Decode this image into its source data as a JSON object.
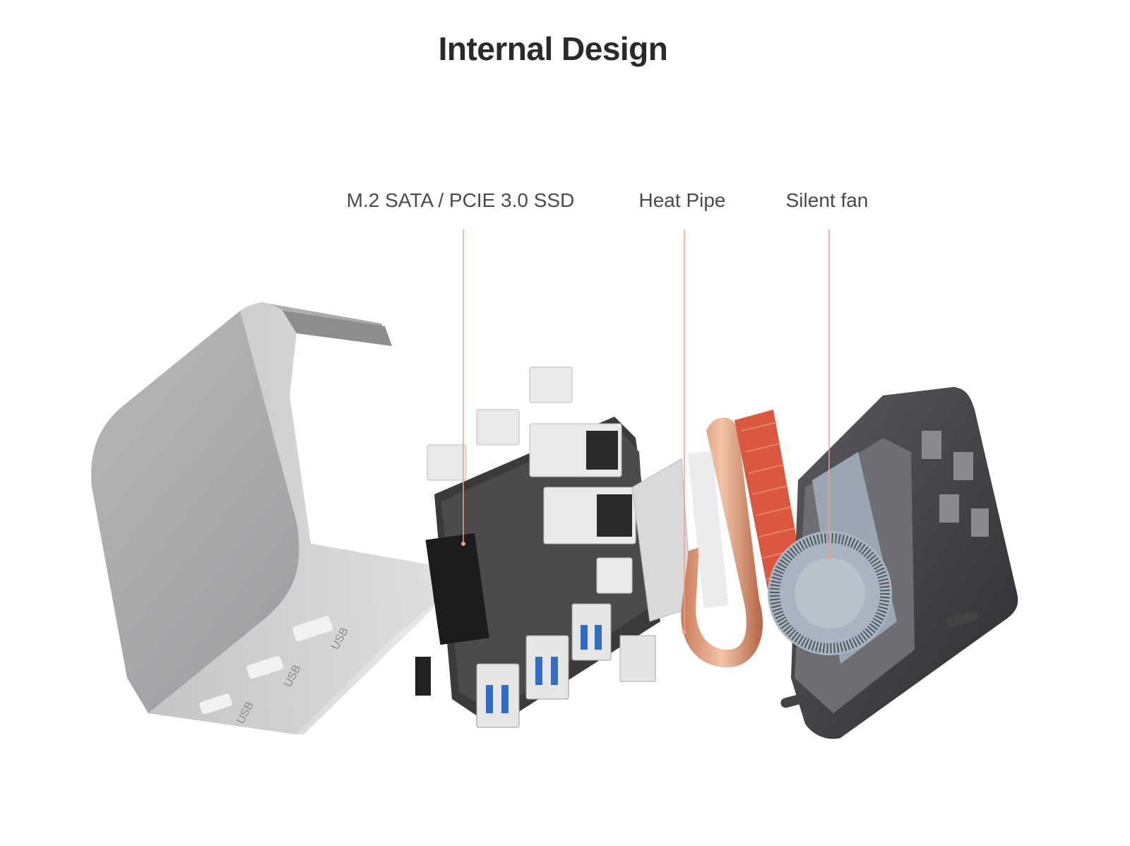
{
  "title": "Internal Design",
  "callouts": [
    {
      "label": "M.2 SATA / PCIE 3.0 SSD"
    },
    {
      "label": "Heat Pipe"
    },
    {
      "label": "Silent fan"
    }
  ],
  "enclosure_port_labels": [
    "USB",
    "USB",
    "USB"
  ],
  "colors": {
    "leader_line": "#f0a080",
    "title": "#2a2a2a",
    "text": "#4a4a4a"
  }
}
